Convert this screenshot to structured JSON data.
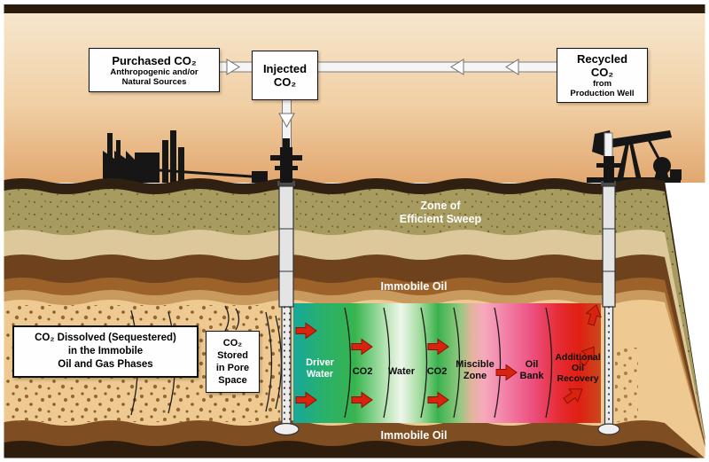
{
  "boxes": {
    "purchased": {
      "line1": "Purchased CO₂",
      "line2": "Anthropogenic and/or",
      "line3": "Natural Sources"
    },
    "injected": {
      "line1": "Injected",
      "line2": "CO₂"
    },
    "recycled": {
      "line1": "Recycled",
      "line2": "CO₂",
      "line3": "from",
      "line4": "Production Well"
    },
    "dissolved": {
      "line1": "CO₂ Dissolved (Sequestered)",
      "line2": "in the Immobile",
      "line3": "Oil and Gas Phases"
    },
    "stored": {
      "line1": "CO₂",
      "line2": "Stored",
      "line3": "in Pore",
      "line4": "Space"
    }
  },
  "scene_labels": {
    "zone_line1": "Zone of",
    "zone_line2": "Efficient Sweep",
    "immobile_oil_top": "Immobile Oil",
    "immobile_oil_bottom": "Immobile Oil",
    "driver_line1": "Driver",
    "driver_line2": "Water",
    "co2_band1": "CO2",
    "water_band": "Water",
    "co2_band2": "CO2",
    "miscible_line1": "Miscible",
    "miscible_line2": "Zone",
    "oil_bank_line1": "Oil",
    "oil_bank_line2": "Bank",
    "additional_line1": "Additional",
    "additional_line2": "Oil",
    "additional_line3": "Recovery"
  },
  "colors": {
    "sky_top": "#f7e6cd",
    "sky_horizon": "#e2a76f",
    "surface_dark": "#2f2011",
    "sweep_olive": "#a79b5f",
    "immobile_brown": "#9c6229",
    "reservoir_tan": "#eeca92",
    "driver_water_teal": "#16a89c",
    "co2_green": "#36b44e",
    "water_pale": "#eef6ea",
    "miscible_pink": "#f6a9bd",
    "oil_bank_magenta": "#ec4f7e",
    "recovery_red": "#e01f12",
    "arrow_red": "#d8230f"
  }
}
